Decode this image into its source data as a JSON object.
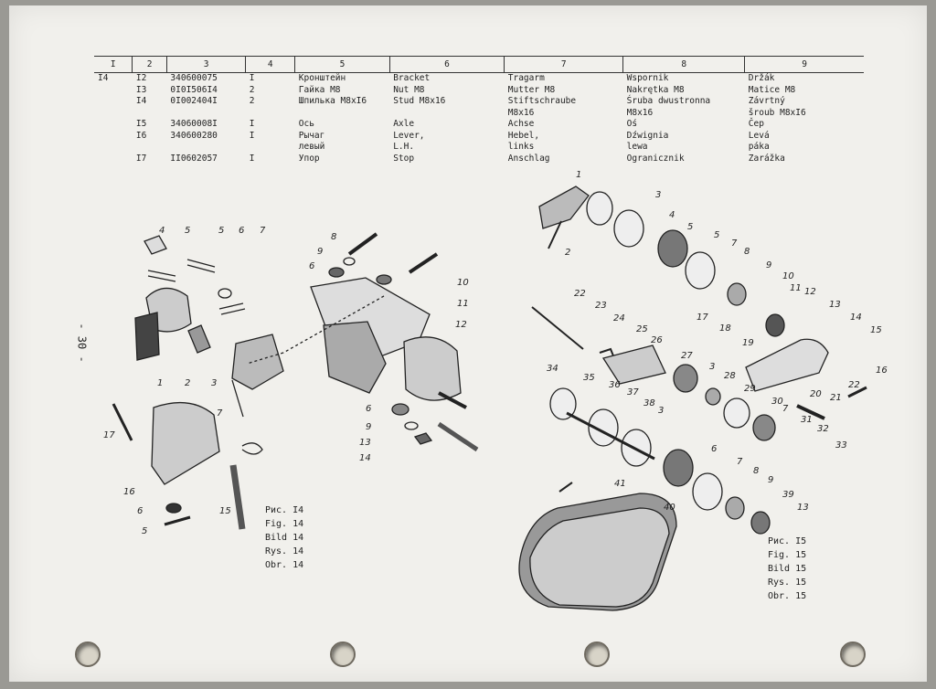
{
  "page_number": "- 30 -",
  "table": {
    "headers": [
      "I",
      "2",
      "3",
      "4",
      "5",
      "6",
      "7",
      "8",
      "9"
    ],
    "rows": [
      [
        "I4",
        "I2",
        "340600075",
        "I",
        "Кронштейн",
        "Bracket",
        "Tragarm",
        "Wspornik",
        "Držák"
      ],
      [
        "",
        "I3",
        "0I0I506I4",
        "2",
        "Гайка M8",
        "Nut M8",
        "Mutter M8",
        "Nakrętka M8",
        "Matice M8"
      ],
      [
        "",
        "I4",
        "0I002404I",
        "2",
        "Шпилька M8xI6",
        "Stud M8x16",
        "Stiftschraube",
        "Śruba dwustronna",
        "Závrtný"
      ],
      [
        "",
        "",
        "",
        "",
        "",
        "",
        "M8x16",
        "M8x16",
        "šroub M8xI6"
      ],
      [
        "",
        "I5",
        "34060008I",
        "I",
        "Ось",
        "Axle",
        "Achse",
        "Oś",
        "Čep"
      ],
      [
        "",
        "I6",
        "340600280",
        "I",
        "Рычаг",
        "Lever,",
        "Hebel,",
        "Dźwignia",
        "Levá"
      ],
      [
        "",
        "",
        "",
        "",
        "левый",
        "L.H.",
        "links",
        "lewa",
        "páka"
      ],
      [
        "",
        "I7",
        "II0602057",
        "I",
        "Упор",
        "Stop",
        "Anschlag",
        "Ogranicznik",
        "Zarážka"
      ]
    ]
  },
  "fig14": {
    "caption": [
      "Рис. I4",
      "Fig. 14",
      "Bild 14",
      "Rys. 14",
      "Obr. 14"
    ],
    "callouts": [
      "4",
      "5",
      "5",
      "6",
      "7",
      "8",
      "9",
      "6",
      "10",
      "11",
      "12",
      "1",
      "2",
      "3",
      "7",
      "17",
      "16",
      "6",
      "5",
      "15",
      "6",
      "9",
      "13",
      "14"
    ]
  },
  "fig15": {
    "caption": [
      "Рис. I5",
      "Fig. 15",
      "Bild 15",
      "Rys. 15",
      "Obr. 15"
    ],
    "callouts": [
      "1",
      "3",
      "4",
      "5",
      "5",
      "7",
      "8",
      "2",
      "9",
      "10",
      "11",
      "12",
      "22",
      "23",
      "24",
      "25",
      "26",
      "17",
      "18",
      "19",
      "13",
      "14",
      "15",
      "27",
      "34",
      "35",
      "3",
      "28",
      "29",
      "16",
      "36",
      "37",
      "38",
      "3",
      "20",
      "21",
      "22",
      "30",
      "7",
      "31",
      "32",
      "33",
      "6",
      "7",
      "8",
      "9",
      "41",
      "39",
      "13",
      "40"
    ]
  }
}
